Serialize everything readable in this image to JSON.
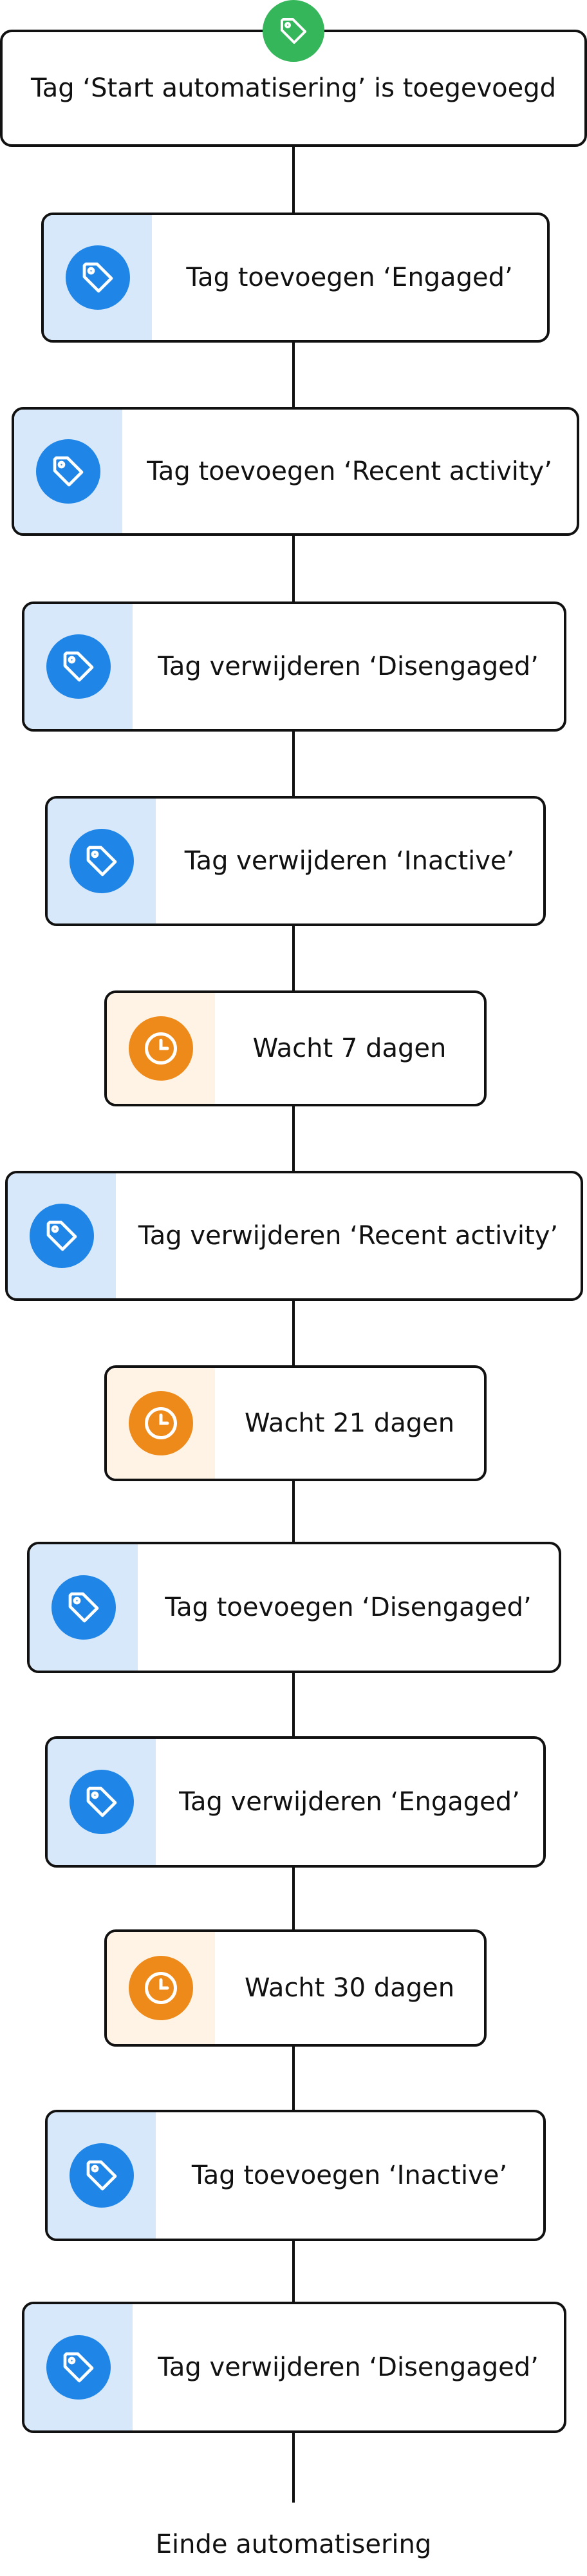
{
  "start": {
    "label": "Tag ‘Start automatisering’  is toegevoegd",
    "icon": "tag-icon",
    "color": "#35b65a"
  },
  "steps": [
    {
      "type": "tag",
      "icon": "tag-icon",
      "label": "Tag toevoegen ‘Engaged’"
    },
    {
      "type": "tag",
      "icon": "tag-icon",
      "label": "Tag toevoegen ‘Recent activity’"
    },
    {
      "type": "tag",
      "icon": "tag-icon",
      "label": "Tag verwijderen ‘Disengaged’"
    },
    {
      "type": "tag",
      "icon": "tag-icon",
      "label": "Tag verwijderen ‘Inactive’"
    },
    {
      "type": "wait",
      "icon": "clock-icon",
      "label": "Wacht 7 dagen"
    },
    {
      "type": "tag",
      "icon": "tag-icon",
      "label": "Tag verwijderen ‘Recent activity’"
    },
    {
      "type": "wait",
      "icon": "clock-icon",
      "label": "Wacht 21 dagen"
    },
    {
      "type": "tag",
      "icon": "tag-icon",
      "label": "Tag toevoegen ‘Disengaged’"
    },
    {
      "type": "tag",
      "icon": "tag-icon",
      "label": "Tag verwijderen ‘Engaged’"
    },
    {
      "type": "wait",
      "icon": "clock-icon",
      "label": "Wacht 30 dagen"
    },
    {
      "type": "tag",
      "icon": "tag-icon",
      "label": "Tag toevoegen ‘Inactive’"
    },
    {
      "type": "tag",
      "icon": "tag-icon",
      "label": "Tag verwijderen ‘Disengaged’"
    }
  ],
  "end": {
    "label": "Einde automatisering"
  },
  "colors": {
    "tag_accent": "#1f86e7",
    "tag_pane": "#d7e8fa",
    "wait_accent": "#ee8a1a",
    "wait_pane": "#fff3e6",
    "start": "#35b65a"
  }
}
